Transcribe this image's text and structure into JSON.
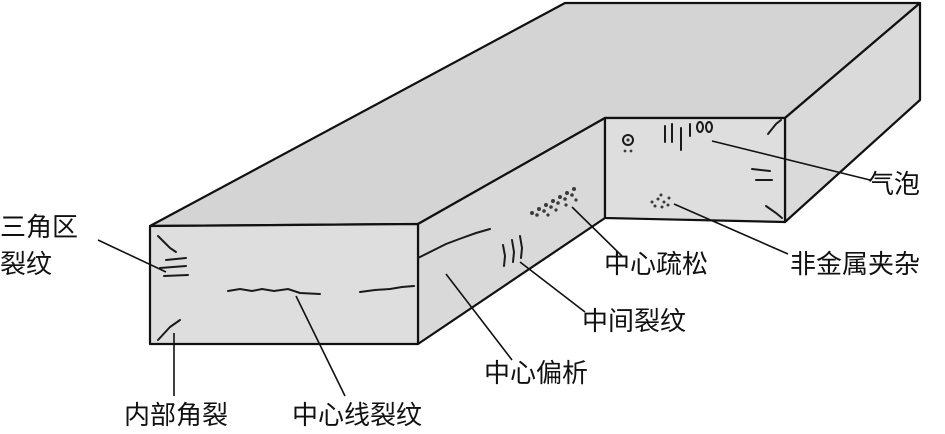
{
  "colors": {
    "face_top": "#d4d4d4",
    "face_side": "#dadada",
    "face_front": "#dedede",
    "line": "#111111"
  },
  "labels": {
    "triangle_crack_line1": "三角区",
    "triangle_crack_line2": "裂纹",
    "internal_corner_crack": "内部角裂",
    "centerline_crack": "中心线裂纹",
    "center_segregation": "中心偏析",
    "intermediate_crack": "中间裂纹",
    "center_porosity": "中心疏松",
    "nonmetallic_inclusion": "非金属夹杂",
    "gas_bubble": "气泡"
  }
}
